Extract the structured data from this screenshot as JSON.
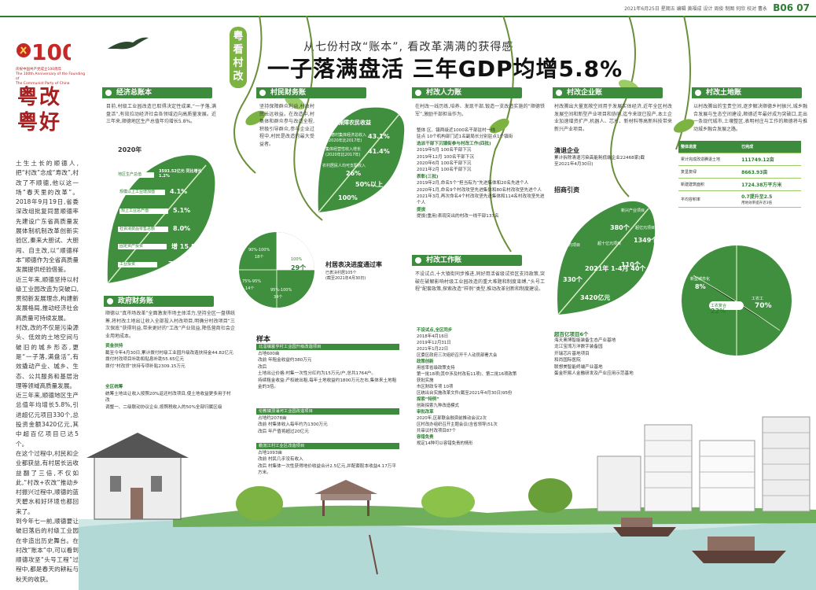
{
  "header": {
    "info": "2021年6月25日 星期五 编辑 黄福成 设计 周俊 制图 何欣 校对 曹永",
    "page": "B06 07"
  },
  "logo": {
    "caption_lines": [
      "庆祝中国共产党成立100周年",
      "The 100th Anniversary of the Founding of",
      "The Communist Party of China"
    ]
  },
  "calligraphy": [
    "粤改",
    "粤好"
  ],
  "left_column": [
    "土生土长的顺德人,把“村改”念成“寿改”,村改了不顺德,他以这一场“春天里的改革”。2018年9月19日,省委深改组批复同意顺德率先建设广东省高质量发展体制机制改革创新实验区,秦来大胆试、大胆闯、自主改,以“顺德样本”顺德作为全省高质量发展提供经验借鉴。",
    "近三年来,顺德坚持以村级工业园改造为突破口,贯彻新发展理念,构建新发展格局,推动经济社会高质量可持续发展。",
    "村改,改的不仅是污染源头、低效的土地空间与破旧的城乡形态,更是“一子落,满盘活”,有效撬动产业、城乡、生态、公共服务和基层治理等领域高质量发展。",
    "近三年来,顺德地区生产总值年均增长5.8%,引进超亿元项目330个,总投资金额3420亿元,其中超百亿项目已达5个。",
    "在这个过程中,村民和企业都获益,有村居长远收益翻了三倍,不仅如此,“村改+农改”推动乡村振兴过程中,顺德的蓝天碧水和好环境也都回来了。",
    "到今年七一前,顺德要让破旧落后的村级工业园在非造出历史舞台。在村改“账本”中,可以看到顺德攻坚“头号工程”过程中,都是春天的耕耘与秋天的收获。"
  ],
  "vertical_tag": "粤看村改",
  "title": {
    "subtitle": "从七份村改“账本”, 看改革满满的获得感",
    "main": "一子落满盘活 三年GDP均增5.8%"
  },
  "sections": {
    "econ": {
      "title": "经济总账本",
      "text": "目前,村级工业园改造已取得决定性成果,“一子落,满盘活”,有效拉动经济社会各领域迈向高质量发展。近三年来,顺德地区生产总值年均增长5.8%。",
      "year": "2020年",
      "bars": [
        {
          "label": "地区生产总值",
          "value": "3593.52亿元 同比增长1.2%"
        },
        {
          "label": "规模以上工业增加值",
          "value": "4.1%"
        },
        {
          "label": "规上工业总产值",
          "value": "5.1%"
        },
        {
          "label": "社会消费品零售总额",
          "value": "8.0%"
        },
        {
          "label": "固定资产投资",
          "value": "增 15.5%"
        },
        {
          "label": "工业投资",
          "value": "7%"
        }
      ]
    },
    "villager": {
      "title": "村民财务账",
      "text": "坚持保障群众利益,村改村民长远收益。在改造中,村集体和群众参与改造全程,积极引导群众,参与企业过程中,村民是改造的最大受益者。",
      "leaf_title": "保障农民收益",
      "items": [
        {
          "label": "顺德村集体经济总收入",
          "sub": "(2020年比2017年)",
          "value": "43.1%"
        },
        {
          "label": "集体经营性收入增长",
          "sub": "(2020年比2017年)",
          "value": "41.4%"
        },
        {
          "label": "农村居民人均可支配收入",
          "value": "26%"
        },
        {
          "label": "",
          "value": "50%以上"
        },
        {
          "label": "",
          "value": "100%"
        }
      ]
    },
    "circle": {
      "items": [
        {
          "label": "100%",
          "value": "29个"
        },
        {
          "label": "90%-100%",
          "value": "18个"
        },
        {
          "label": "75%-95%",
          "value": "14个"
        },
        {
          "label": "95%-100%",
          "value": "34个"
        }
      ],
      "caption_title": "村居表决进度通过率",
      "caption_sub": "已表决村居105个",
      "caption_date": "(截至2021年4月30日)"
    },
    "gov": {
      "title": "政府财务账",
      "text": "顺德以“真市场改革”全面激发市场主体活力,坚持全区一盘棋统筹,将村改土地出让收入全部投入村改项目,明确分村改项目“三次保底”获得利益,带来更好的“工改”产业效益,降低营商社会企业用地成本。",
      "fund_title": "资金扶持",
      "fund_items": [
        "截至今年4月30日,累计拨付村级工业园升级改造扶持金44.82亿元",
        "拨付村改项目补助和贴息补助55.65亿元",
        "拨付“村改贷”扶持专项补贴2309.15万元"
      ],
      "policy_title": "全区统筹",
      "policy_items": [
        "统筹土地出让收入按照20%返还村改项目,使土地收益更多用于村改",
        "调整一、二级联动协议企业,按照税收入的50%全部归属区级"
      ]
    },
    "sample": {
      "title": "样本",
      "cases": [
        {
          "bar": "北滘镇富亨村工业园升级改造项目",
          "lines": [
            "占地600亩",
            "改前 年租金收益约380万元",
            "改后",
            "土地出让价格:村集一次性分红约为15万元/户,总共1764户。",
            "持续租金收益:产权统出租,每年土地收益约1800万元左右,集体来土地租金的3倍。"
          ]
        },
        {
          "bar": "伦教镇顶涌河工业园改造项目",
          "lines": [
            "占地约2078亩",
            "改前 村集体收入每年约为1300万元",
            "改后 年产值将超过20亿元"
          ]
        },
        {
          "bar": "勒流江村工业区改造项目",
          "lines": [
            "占地1093亩",
            "改前 村民几乎没有收入",
            "改后 村集体一次性获得地价收益合计2.5亿元,并配套股本收益4.17万平方米。"
          ]
        }
      ]
    },
    "hr": {
      "title": "村改人力账",
      "text": "在村改一线历练,培养、发现干部,锻造一支改造实施的“顺德铁军”,激励干部担当作为。",
      "items": [
        "整体 区、镇两级近1000名干部驻村一线",
        "驻点 10个机构部门近1名副局长分别驻点1个镇街",
        "选派干部下沉镇街参与村改工作(四批)",
        "2019年5月 100名干部下沉",
        "2019年12月 100名干部下沉",
        "2020年6月 100名干部下沉",
        "2021年2月 100名干部下沉",
        "表彰(三批)",
        "2019年2月,命名5个“担当有为”先进集体和20名先进个人",
        "2020年1月,命名9个村改攻坚先进集体和80名村改攻坚先进个人",
        "2021年3月,再次命名4个村改攻坚先进集体和114名村改攻坚先进个人",
        "提拔",
        "提拔(重用)表现突出的村改一线干部137名"
      ]
    },
    "work": {
      "title": "村改工作账",
      "text": "不设试点,十大镇街同步推进,同好用活省级试验区支持政策,突破在破解影响村级工业园改造的重大难题和制度束缚,“头号工程”配套政策,探索改造“样例”类型,推动改革创新和制度建设。",
      "items": [
        "不设试点,全区同步",
        "2018年4月16日",
        "2019年12月31日",
        "2021年1月22日",
        "区委区政府三次组织召开千人动员部署大会",
        "政策创新",
        "用省率省级政策支持",
        "第一批18项(其中涉及村改有11项)、第二批16项政策",
        "获批实施",
        "市区财政专项 10项",
        "区统出台实施改革文件(截至2021年4月30日)95份",
        "探索“特例”",
        "创新探索九种改造模式",
        "审批改革",
        "2020年,区部联会融资前推动会议2次",
        "区村改办组织召开主题会议(含省领导)51次",
        "共审议村改项目87个",
        "容错免责",
        "规定14种可以容错免责的情形"
      ]
    },
    "enterprise": {
      "title": "村改企业账",
      "text": "村改腾出大量宽敞空间用于发展实体经济,近年全区村改发展空间和新型产业项目和协同,迄今来现已投产,本土企业加速增资扩产,机器人、芯片、新材料等高新科技带来新兴产业项目。",
      "firm_title": "清退企业",
      "firm_text": "累计拆除清退污染高能耗低端企业22468家(截至2021年4月30日)",
      "invest_title": "招商引资",
      "leaf_items": [
        {
          "label": "新兴产业项目",
          "value": "380个"
        },
        {
          "label": "超亿元项目",
          "value": "1349个"
        },
        {
          "label": "超十亿元项目",
          "value": "110个"
        },
        {
          "label": "签约项目",
          "value": "2021年 1-4月 40个"
        },
        {
          "label": "",
          "value": "330个"
        },
        {
          "label": "",
          "value": "3420亿元"
        }
      ],
      "proj_title": "超百亿项目6个",
      "projects": [
        "海天奥博智能装备生态产业基地",
        "龙江宝湾万洋数字装备园",
        "开瑞芯片基地项目",
        "和尚国际医院",
        "联想美智能终端产业基地",
        "蛋金积易人金融研发及产业应用示范基地"
      ]
    },
    "land": {
      "title": "村改土地账",
      "text": "以村改腾出的宝贵空间,逐步解决顺德乡村振兴,城乡融合发展与生态空间建设,顺德近年最好成为突破口,走出一条现代城市,土壤整区,表明村庄与工作的顺德将与推动城乡融合发展之路。",
      "table_head": [
        "整体进度",
        "已完成"
      ],
      "table_rows": [
        [
          "累计完成改造腾退土地",
          "111749.12亩"
        ],
        [
          "复垦复绿",
          "8663.93亩"
        ],
        [
          "新建建筑面积",
          "1724.38万平方米"
        ],
        [
          "平均容积率",
          "0.7提升至2.5"
        ]
      ],
      "table_note": "用地效率提升近3倍",
      "leaf_items": [
        {
          "label": "新型城市化",
          "value": "8%"
        },
        {
          "label": "工农复合",
          "value": "22%"
        },
        {
          "label": "工农工",
          "value": "70%"
        }
      ]
    }
  }
}
